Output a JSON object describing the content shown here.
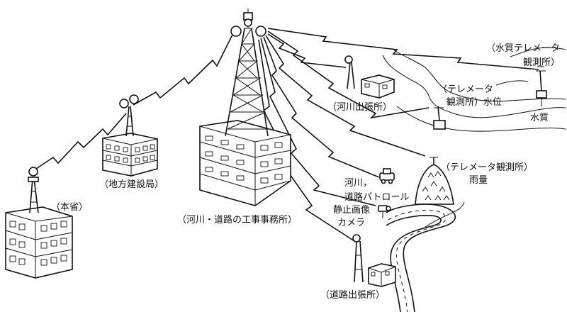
{
  "labels": {
    "honsho": "（本省）",
    "chiho": "（地方建設局）",
    "jimusho": "（河川・道路の工事事務所）",
    "kasen_shutchojo": "（河川出張所）",
    "doro_shutchojo": "（道路出張所）",
    "suishitsu_line1": "（水質テレメータ",
    "suishitsu_line2": "観測所）",
    "suii_line1": "（テレメータ",
    "suii_line2": "観測所）水位",
    "suishitsu": "水質",
    "uryo_line1": "（テレメータ観測所）",
    "uryo_line2": "雨量",
    "patrol_line1": "河川，",
    "patrol_line2": "道路パトロール",
    "camera_line1": "静止画像",
    "camera_line2": "カメラ"
  }
}
